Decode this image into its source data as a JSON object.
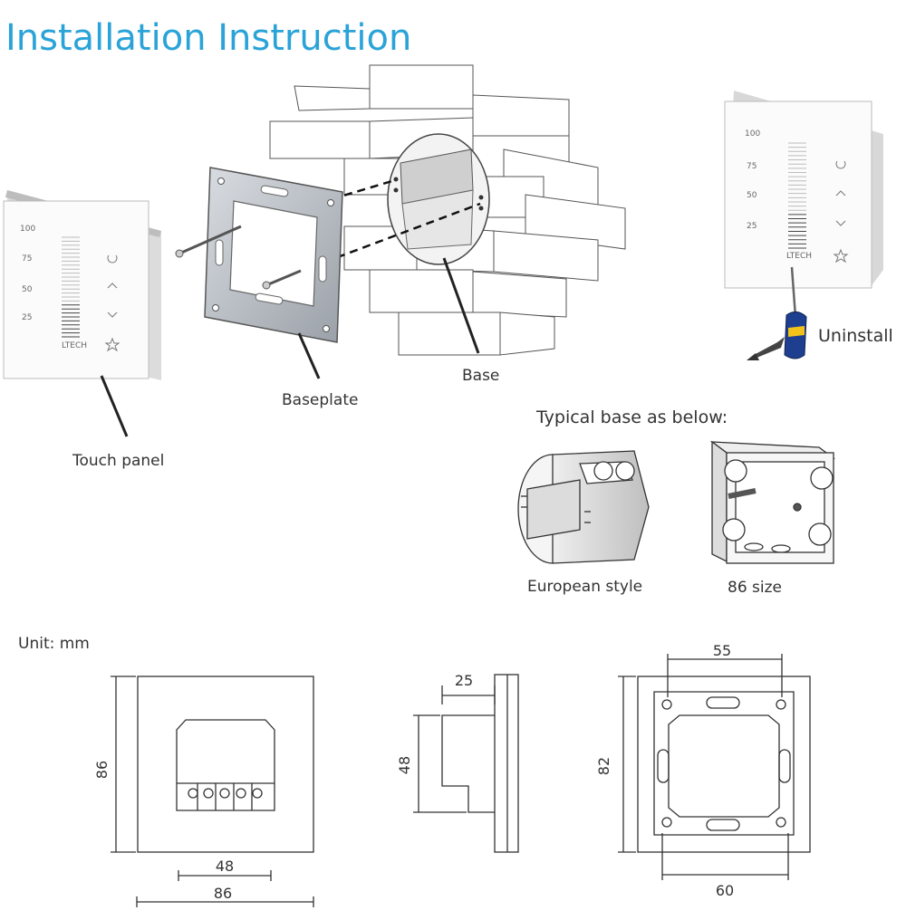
{
  "title": "Installation Instruction",
  "labels": {
    "touch_panel": "Touch panel",
    "baseplate": "Baseplate",
    "base": "Base",
    "uninstall": "Uninstall",
    "typical_base": "Typical base as below:",
    "european_style": "European style",
    "size_86": "86 size",
    "unit": "Unit: mm"
  },
  "panel": {
    "levels": [
      "100",
      "75",
      "50",
      "25"
    ],
    "brand": "LTECH",
    "icons": [
      "power-icon",
      "up-chevron-icon",
      "down-chevron-icon",
      "star-icon"
    ]
  },
  "dimensions": {
    "front_height": "86",
    "front_inner_width": "48",
    "front_width": "86",
    "side_depth": "25",
    "side_height": "48",
    "plate_top_width": "55",
    "plate_height": "82",
    "plate_bottom_width": "60"
  },
  "colors": {
    "title": "#2aa3d8",
    "line": "#222222",
    "panel_face": "#fafafa",
    "panel_edge": "#cfcfcf",
    "screwdriver_handle": "#1e3f8f",
    "screwdriver_accent": "#f2c21b"
  }
}
